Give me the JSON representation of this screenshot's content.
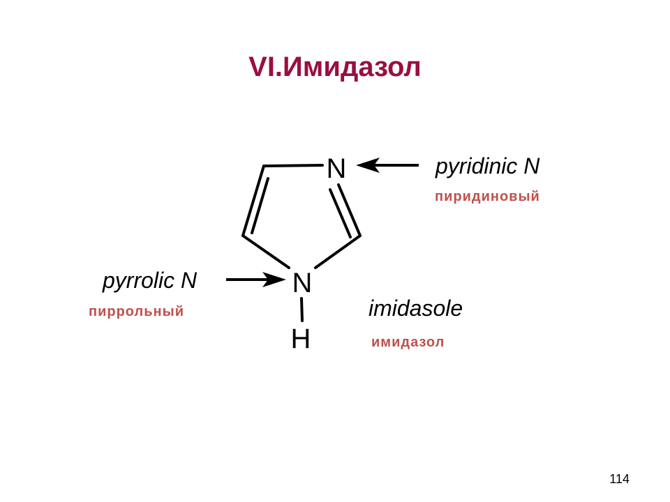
{
  "slide": {
    "title": "VI.Имидазол",
    "page_number": "114"
  },
  "molecule": {
    "name_en": "imidasole",
    "name_ru": "имидазол",
    "atoms": {
      "n_top": "N",
      "n_bottom": "N",
      "h": "H"
    }
  },
  "labels": {
    "pyridinic": {
      "en": "pyridinic N",
      "ru": "пиридиновый"
    },
    "pyrrolic": {
      "en": "pyrrolic N",
      "ru": "пиррольный"
    }
  },
  "colors": {
    "title": "#9b0f3c",
    "russian_labels": "#c0504d",
    "structure": "#000000"
  }
}
